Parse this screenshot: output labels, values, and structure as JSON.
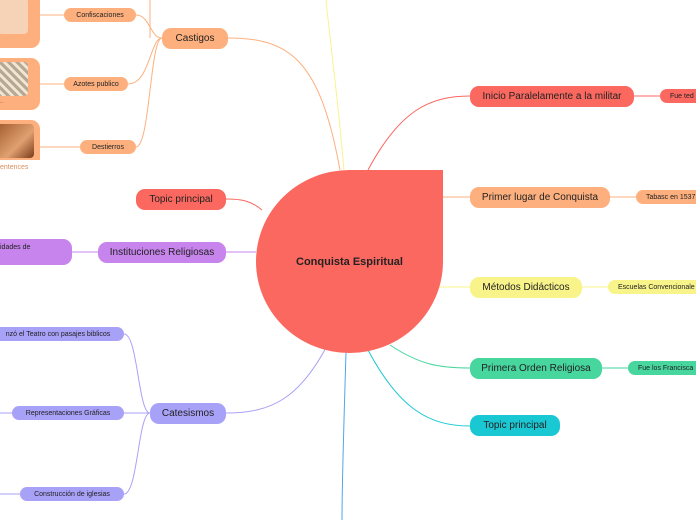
{
  "center": {
    "label": "Conquista Espiritual"
  },
  "left": {
    "castigos": {
      "label": "Castigos",
      "items": [
        "Confiscaciones",
        "Azotes publico",
        "Destierros"
      ]
    },
    "topic_principal": {
      "label": "Topic principal"
    },
    "instituciones": {
      "label": "Instituciones Religiosas",
      "sub": "idades de"
    },
    "catesismos": {
      "label": "Catesismos",
      "items": [
        "nzó el Teatro con pasajes biblicos",
        "Representaciones Gráficas",
        "Construcción de iglesias"
      ]
    },
    "image_captions": [
      "....",
      "entences"
    ]
  },
  "right": {
    "inicio": {
      "label": "Inicio Paralelamente a la militar",
      "sub": "Fue ted"
    },
    "primer_lugar": {
      "label": "Primer lugar de Conquista",
      "sub": "Tabasc en 1537"
    },
    "metodos": {
      "label": "Métodos Didácticos",
      "sub": "Escuelas Convencionale"
    },
    "primera_orden": {
      "label": "Primera Orden Religiosa",
      "sub": "Fue los Francisca"
    },
    "topic_principal": {
      "label": "Topic principal"
    }
  },
  "colors": {
    "orange": "#fdb07e",
    "red": "#fb6860",
    "purple": "#c684ec",
    "lavender": "#a8a1f8",
    "yellow": "#f8f48a",
    "green": "#46d69e",
    "teal": "#1ac8d4"
  },
  "icons": [
    "photo-thumbnail"
  ]
}
